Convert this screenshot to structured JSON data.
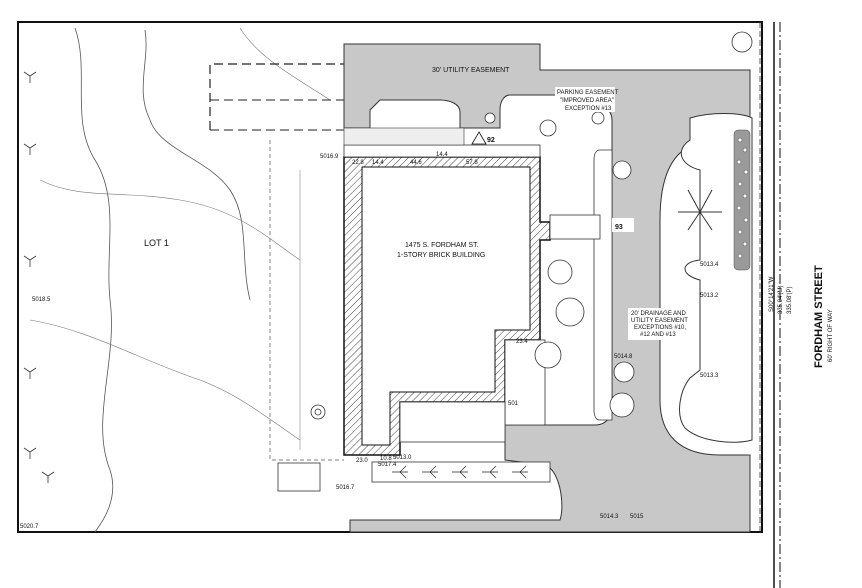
{
  "labels": {
    "lot": "LOT 1",
    "building_line1": "1475 S. FORDHAM ST.",
    "building_line2": "1-STORY BRICK BUILDING",
    "street_name": "FORDHAM STREET",
    "street_row": "60' RIGHT OF WAY",
    "utility_easement": "30' UTILITY EASEMENT",
    "parking_line1": "PARKING EASEMENT",
    "parking_line2": "\"IMPROVED AREA\"",
    "parking_line3": "EXCEPTION #13",
    "drainage_line1": "20' DRAINAGE AND",
    "drainage_line2": "UTILITY EASEMENT",
    "drainage_line3": "EXCEPTIONS #10,",
    "drainage_line4": "#12 AND #13",
    "marker_92": "92",
    "marker_93": "93",
    "bearing_1": "S00°14'21\"W",
    "distance_1": "335.04'(M)",
    "distance_2": "335.08'(P)"
  },
  "elevations": [
    "5016.9",
    "5018.5",
    "5020.7",
    "5016.7",
    "5017.4",
    "5013.0",
    "5014.8",
    "5013.4",
    "5013.2",
    "5013.3",
    "5014.3",
    "5015",
    "501"
  ],
  "dimensions": [
    "22.8",
    "14.4",
    "14.4",
    "57.8",
    "44.6",
    "23.0",
    "10.8",
    "23.4"
  ],
  "colors": {
    "paving": "#c8c8c8",
    "line": "#222222",
    "hatch": "#444444",
    "paper": "#ffffff"
  }
}
